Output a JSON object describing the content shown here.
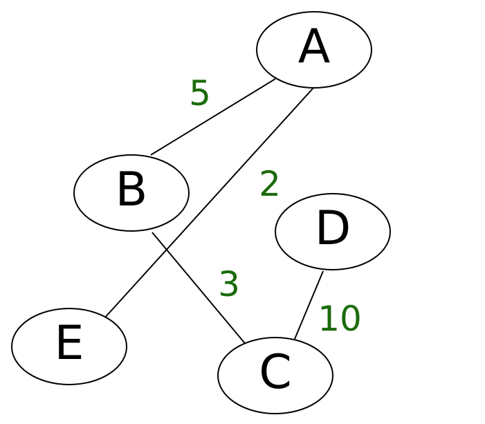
{
  "graph": {
    "colors": {
      "node_stroke": "#000000",
      "node_fill": "#ffffff",
      "edge": "#000000",
      "weight": "#1a6b0a"
    },
    "nodes": [
      {
        "id": "A",
        "label": "A"
      },
      {
        "id": "B",
        "label": "B"
      },
      {
        "id": "C",
        "label": "C"
      },
      {
        "id": "D",
        "label": "D"
      },
      {
        "id": "E",
        "label": "E"
      }
    ],
    "edges": [
      {
        "from": "A",
        "to": "B",
        "weight": "5"
      },
      {
        "from": "A",
        "to": "E",
        "weight": "2"
      },
      {
        "from": "B",
        "to": "C",
        "weight": "3"
      },
      {
        "from": "D",
        "to": "C",
        "weight": "10"
      }
    ]
  }
}
